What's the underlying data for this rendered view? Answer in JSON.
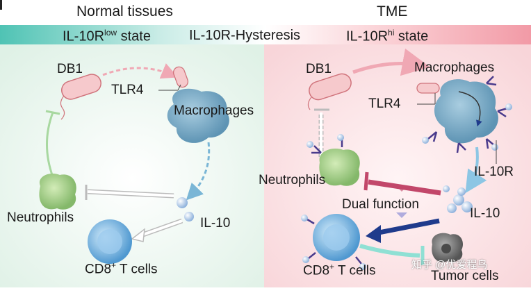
{
  "headers": {
    "left": "Normal tissues",
    "right": "TME"
  },
  "band": {
    "low_state": "IL-10R",
    "low_sup": "low",
    "low_suffix": " state",
    "hysteresis": "IL-10R-Hysteresis",
    "hi_state": "IL-10R",
    "hi_sup": "hi",
    "hi_suffix": " state"
  },
  "left_panel": {
    "db1": "DB1",
    "tlr4": "TLR4",
    "macrophages": "Macrophages",
    "neutrophils": "Neutrophils",
    "il10": "IL-10",
    "cd8": "CD8",
    "cd8_sup": "+",
    "cd8_suffix": " T cells"
  },
  "right_panel": {
    "db1": "DB1",
    "macrophages": "Macrophages",
    "tlr4": "TLR4",
    "il10r": "IL-10R",
    "neutrophils": "Neutrophils",
    "dual_function": "Dual function",
    "il10": "IL-10",
    "cd8": "CD8",
    "cd8_sup": "+",
    "cd8_suffix": " T cells",
    "tumor": "Tumor cells"
  },
  "watermark": "知乎 @优爱程鸟",
  "colors": {
    "left_bg": "#eaf6ef",
    "right_bg": "#fbe3e5",
    "band_left": "#4fc3b4",
    "band_right": "#f29aa6",
    "macrophage": "#6fa8c8",
    "neutrophil": "#8cc470",
    "tcell": "#5da8dc",
    "db1_fill": "#f6c9cc",
    "db1_stroke": "#d0737b",
    "pink_arrow": "#f0a8b4",
    "green_inhibit": "#a8d8a0",
    "blue_dashed": "#7ab6d6",
    "magenta": "#c2476a",
    "navy": "#1f3b8c",
    "teal_inhibit": "#8fe0d4",
    "tumor": "#7a7a7a"
  }
}
